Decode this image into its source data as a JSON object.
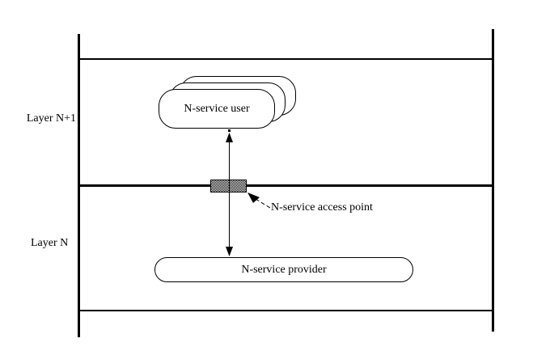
{
  "diagram": {
    "layer_labels": {
      "upper": "Layer N+1",
      "lower": "Layer N"
    },
    "nodes": {
      "service_user": "N-service user",
      "service_provider": "N-service provider"
    },
    "annotations": {
      "access_point": "N-service access point"
    },
    "colors": {
      "ink": "#000000",
      "paper": "#ffffff"
    }
  }
}
